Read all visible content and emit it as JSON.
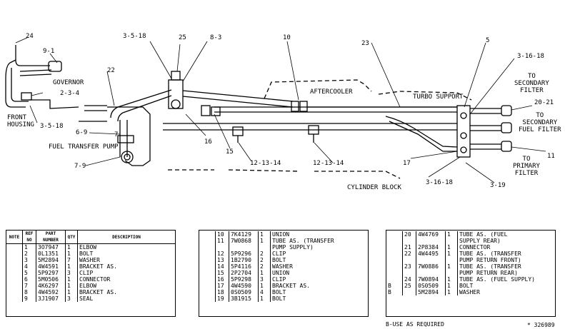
{
  "drawing": {
    "callouts": {
      "c24": "24",
      "c9_1": "9-1",
      "governor": "GOVERNOR",
      "c2_3_4": "2-3-4",
      "front_housing": "FRONT\nHOUSING",
      "c3_5_18_left": "3-5-18",
      "c3_5_18_top": "3-5-18",
      "c25": "25",
      "c8_3": "8-3",
      "c10": "10",
      "c23": "23",
      "c5": "5",
      "c3_16_18_top": "3-16-18",
      "to_secondary_filter": "TO\nSECONDARY\nFILTER",
      "c20_21": "20-21",
      "to_secondary_fuel_filter": "TO\nSECONDARY\nFUEL FILTER",
      "to_primary_filter": "TO\nPRIMARY\nFILTER",
      "c11": "11",
      "c22": "22",
      "aftercooler": "AFTERCOOLER",
      "turbo_support": "TURBO SUPPORT",
      "c6_9": "6-9",
      "c7": "7",
      "fuel_transfer_pump": "FUEL TRANSFER PUMP",
      "c7_9": "7-9",
      "c16": "16",
      "c15": "15",
      "c12_13_14_a": "12-13-14",
      "c12_13_14_b": "12-13-14",
      "c17": "17",
      "c3_16_18_bottom": "3-16-18",
      "c3_19": "3-19",
      "cylinder_block": "CYLINDER BLOCK"
    }
  },
  "tables": {
    "headers": {
      "note": "NOTE",
      "ref_no": "REF\nNO",
      "part_number": "PART\nNUMBER",
      "qty": "QTY",
      "description": "DESCRIPTION"
    },
    "table1": [
      {
        "note": "",
        "ref": "1",
        "part": "3O7947",
        "qty": "1",
        "desc": "ELBOW"
      },
      {
        "note": "",
        "ref": "2",
        "part": "0L1351",
        "qty": "1",
        "desc": "BOLT"
      },
      {
        "note": "",
        "ref": "3",
        "part": "5M2894",
        "qty": "7",
        "desc": "WASHER"
      },
      {
        "note": "",
        "ref": "4",
        "part": "4W4591",
        "qty": "1",
        "desc": "BRACKET AS."
      },
      {
        "note": "",
        "ref": "5",
        "part": "5P9297",
        "qty": "3",
        "desc": "CLIP"
      },
      {
        "note": "",
        "ref": "6",
        "part": "5M0506",
        "qty": "1",
        "desc": "CONNECTOR"
      },
      {
        "note": "",
        "ref": "7",
        "part": "4K6297",
        "qty": "1",
        "desc": "ELBOW"
      },
      {
        "note": "",
        "ref": "8",
        "part": "4W4592",
        "qty": "1",
        "desc": "BRACKET AS."
      },
      {
        "note": "",
        "ref": "9",
        "part": "3J1907",
        "qty": "3",
        "desc": "SEAL"
      }
    ],
    "table2": [
      {
        "note": "",
        "ref": "10",
        "part": "7K4129",
        "qty": "1",
        "desc": "UNION"
      },
      {
        "note": "",
        "ref": "11",
        "part": "7W0868",
        "qty": "1",
        "desc": "TUBE AS. (TRANSFER\nPUMP SUPPLY)"
      },
      {
        "note": "",
        "ref": "12",
        "part": "5P9296",
        "qty": "2",
        "desc": "CLIP"
      },
      {
        "note": "",
        "ref": "13",
        "part": "1B2790",
        "qty": "2",
        "desc": "BOLT"
      },
      {
        "note": "",
        "ref": "14",
        "part": "5P4116",
        "qty": "2",
        "desc": "WASHER"
      },
      {
        "note": "",
        "ref": "15",
        "part": "2P2704",
        "qty": "1",
        "desc": "UNION"
      },
      {
        "note": "",
        "ref": "16",
        "part": "5P9298",
        "qty": "3",
        "desc": "CLIP"
      },
      {
        "note": "",
        "ref": "17",
        "part": "4W4590",
        "qty": "1",
        "desc": "BRACKET AS."
      },
      {
        "note": "",
        "ref": "18",
        "part": "0S0509",
        "qty": "4",
        "desc": "BOLT"
      },
      {
        "note": "",
        "ref": "19",
        "part": "3B1915",
        "qty": "1",
        "desc": "BOLT"
      }
    ],
    "table3": [
      {
        "note": "",
        "ref": "20",
        "part": "4W4769",
        "qty": "1",
        "desc": "TUBE AS. (FUEL\nSUPPLY REAR)"
      },
      {
        "note": "",
        "ref": "21",
        "part": "2P8384",
        "qty": "1",
        "desc": "CONNECTOR"
      },
      {
        "note": "",
        "ref": "22",
        "part": "4W4495",
        "qty": "1",
        "desc": "TUBE AS. (TRANSFER\nPUMP RETURN FRONT)"
      },
      {
        "note": "",
        "ref": "23",
        "part": "7W0886",
        "qty": "1",
        "desc": "TUBE AS. (TRANSFER\nPUMP RETURN REAR)"
      },
      {
        "note": "",
        "ref": "24",
        "part": "7W0894",
        "qty": "1",
        "desc": "TUBE AS. (FUEL SUPPLY)"
      },
      {
        "note": "B",
        "ref": "25",
        "part": "0S0509",
        "qty": "1",
        "desc": "BOLT"
      },
      {
        "note": "B",
        "ref": "",
        "part": "5M2894",
        "qty": "1",
        "desc": "WASHER"
      }
    ]
  },
  "footer": {
    "note_b": "B-USE AS REQUIRED",
    "drawing_number": "* 326989"
  }
}
